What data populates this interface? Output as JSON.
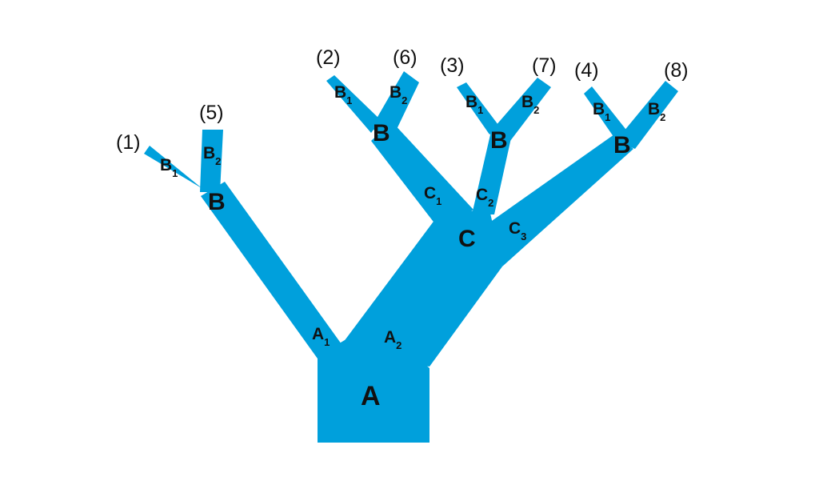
{
  "colors": {
    "branch": "#00a0dc",
    "text": "#111111",
    "background": "#ffffff"
  },
  "nodes": {
    "root": "A",
    "left": "B",
    "center": "C",
    "mid_left": "B",
    "mid_center": "B",
    "right": "B"
  },
  "segments": {
    "a1": {
      "base": "A",
      "index": "1"
    },
    "a2": {
      "base": "A",
      "index": "2"
    },
    "c1": {
      "base": "C",
      "index": "1"
    },
    "c2": {
      "base": "C",
      "index": "2"
    },
    "c3": {
      "base": "C",
      "index": "3"
    },
    "left_b1": {
      "base": "B",
      "index": "1"
    },
    "left_b2": {
      "base": "B",
      "index": "2"
    },
    "midleft_b1": {
      "base": "B",
      "index": "1"
    },
    "midleft_b2": {
      "base": "B",
      "index": "2"
    },
    "midcenter_b1": {
      "base": "B",
      "index": "1"
    },
    "midcenter_b2": {
      "base": "B",
      "index": "2"
    },
    "right_b1": {
      "base": "B",
      "index": "1"
    },
    "right_b2": {
      "base": "B",
      "index": "2"
    }
  },
  "tips": [
    "(1)",
    "(5)",
    "(2)",
    "(6)",
    "(3)",
    "(7)",
    "(4)",
    "(8)"
  ]
}
